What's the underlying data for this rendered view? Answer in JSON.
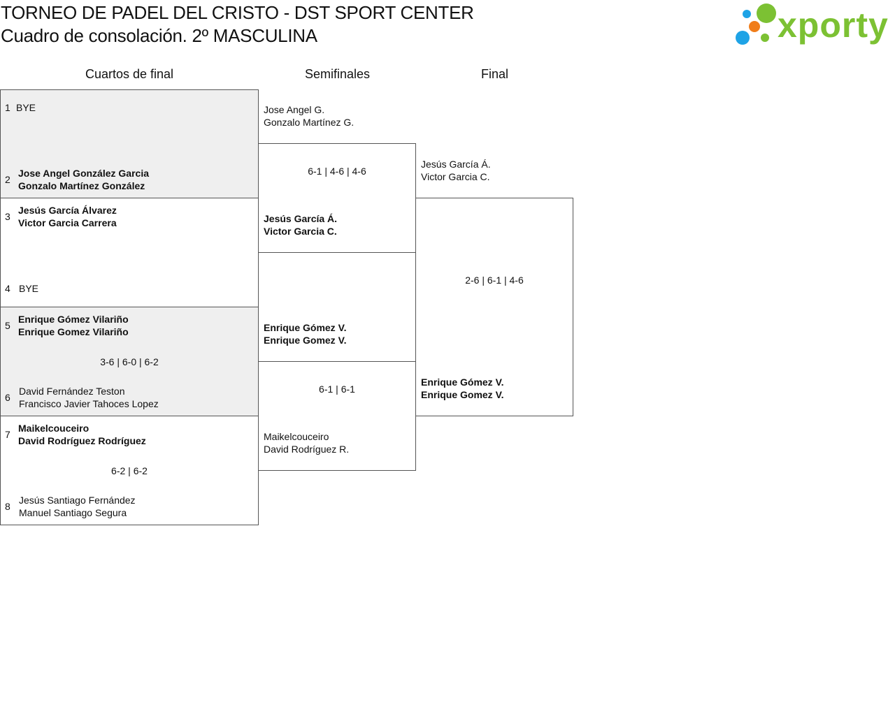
{
  "header": {
    "title": "TORNEO DE PADEL DEL CRISTO - DST SPORT CENTER",
    "subtitle": "Cuadro de consolación. 2º MASCULINA"
  },
  "logo": {
    "text": "xporty",
    "colors": {
      "green": "#7cc133",
      "blue": "#1ea3e6",
      "orange": "#f07d1a"
    }
  },
  "rounds": [
    "Cuartos de final",
    "Semifinales",
    "Final"
  ],
  "quarterfinals": [
    {
      "top": {
        "seed": "1",
        "name": "BYE"
      },
      "bottom": {
        "seed": "2",
        "p1": "Jose Angel González Garcia",
        "p2": "Gonzalo Martínez González",
        "winner": true
      },
      "score": ""
    },
    {
      "top": {
        "seed": "3",
        "p1": "Jesús García Álvarez",
        "p2": "Victor Garcia Carrera",
        "winner": true
      },
      "bottom": {
        "seed": "4",
        "name": "BYE"
      },
      "score": ""
    },
    {
      "top": {
        "seed": "5",
        "p1": "Enrique Gómez Vilariño",
        "p2": "Enrique Gomez Vilariño",
        "winner": true
      },
      "bottom": {
        "seed": "6",
        "p1": "David Fernández Teston",
        "p2": "Francisco Javier Tahoces Lopez",
        "winner": false
      },
      "score": "3-6 | 6-0 | 6-2"
    },
    {
      "top": {
        "seed": "7",
        "p1": "Maikelcouceiro",
        "p2": "David Rodríguez Rodríguez",
        "winner": true
      },
      "bottom": {
        "seed": "8",
        "p1": "Jesús Santiago Fernández",
        "p2": "Manuel Santiago Segura",
        "winner": false
      },
      "score": "6-2 | 6-2"
    }
  ],
  "semifinals": [
    {
      "top": {
        "p1": "Jose Angel G.",
        "p2": "Gonzalo Martínez G.",
        "winner": false
      },
      "bottom": {
        "p1": "Jesús García Á.",
        "p2": "Victor Garcia C.",
        "winner": true
      },
      "score": "6-1 | 4-6 | 4-6"
    },
    {
      "top": {
        "p1": "Enrique Gómez V.",
        "p2": "Enrique Gomez V.",
        "winner": true
      },
      "bottom": {
        "p1": "Maikelcouceiro",
        "p2": "David Rodríguez R.",
        "winner": false
      },
      "score": "6-1 | 6-1"
    }
  ],
  "final": {
    "top": {
      "p1": "Jesús García Á.",
      "p2": "Victor Garcia C.",
      "winner": false
    },
    "bottom": {
      "p1": "Enrique Gómez V.",
      "p2": "Enrique Gomez V.",
      "winner": true
    },
    "score": "2-6 | 6-1 | 4-6"
  }
}
